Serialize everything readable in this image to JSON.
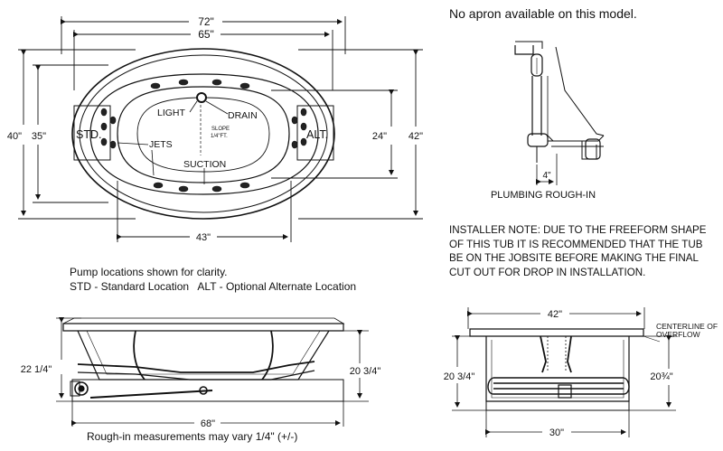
{
  "notes": {
    "no_apron": "No apron available on this model.",
    "installer_line1": "INSTALLER NOTE: DUE TO THE FREEFORM SHAPE",
    "installer_line2": "OF THIS TUB IT IS RECOMMENDED THAT THE TUB",
    "installer_line3": "BE ON THE JOBSITE BEFORE MAKING THE FINAL",
    "installer_line4": "CUT OUT FOR DROP IN INSTALLATION.",
    "pump_line1": "Pump locations shown for clarity.",
    "pump_line2": "STD - Standard Location   ALT - Optional Alternate Location",
    "rough_in": "Rough-in measurements may vary 1/4\" (+/-)"
  },
  "plan_view": {
    "dim_top_outer": "72\"",
    "dim_top_inner": "65\"",
    "dim_left_outer": "40\"",
    "dim_left_inner": "35\"",
    "dim_right_inner": "24\"",
    "dim_right_outer": "42\"",
    "dim_bottom": "43\"",
    "label_light": "LIGHT",
    "label_drain": "DRAIN",
    "label_slope_1": "SLOPE",
    "label_slope_2": "1/4\"FT.",
    "label_jets": "JETS",
    "label_suction": "SUCTION",
    "label_std": "STD.",
    "label_alt": "ALT."
  },
  "plumbing": {
    "dim": "4\"",
    "caption": "PLUMBING ROUGH-IN"
  },
  "side_view": {
    "dim_left": "22 1/4\"",
    "dim_right": "20 3/4\"",
    "dim_bottom": "68\""
  },
  "end_view": {
    "dim_top": "42\"",
    "dim_left": "20 3/4\"",
    "dim_right": "20¾\"",
    "dim_bottom": "30\"",
    "centerline_1": "CENTERLINE OF",
    "centerline_2": "OVERFLOW"
  }
}
